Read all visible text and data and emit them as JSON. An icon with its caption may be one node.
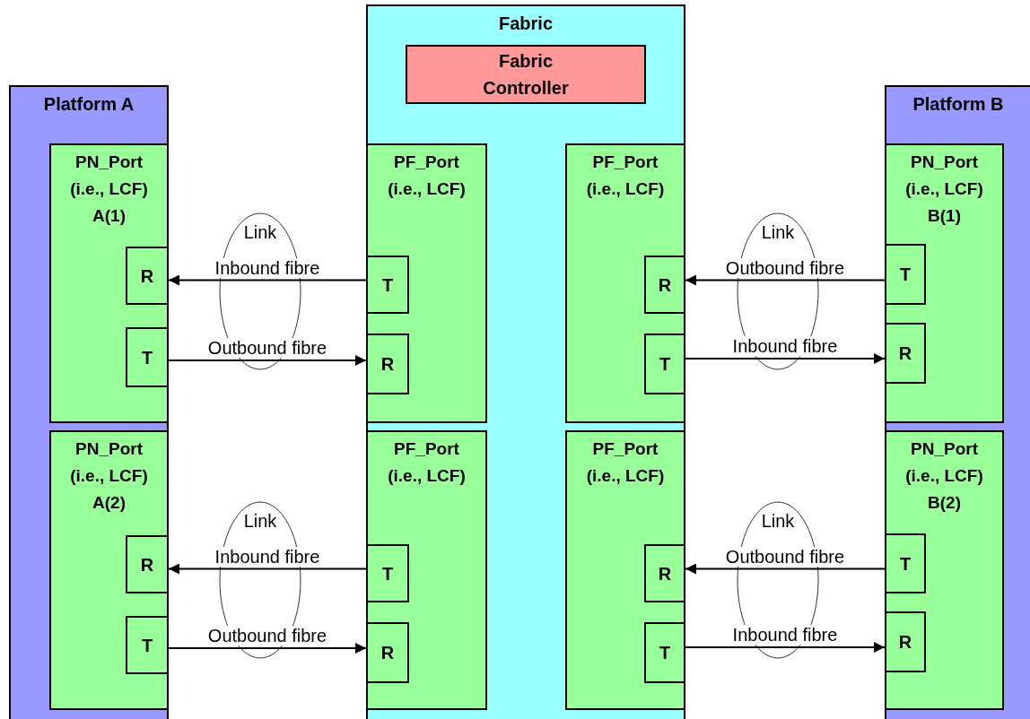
{
  "diagram": {
    "nodes": [
      {
        "text": [
          "Platform A"
        ]
      },
      {
        "text": [
          "Fabric"
        ]
      },
      {
        "text": [
          "Platform B"
        ]
      },
      {
        "text": [
          "Fabric Controller"
        ],
        "in": 1
      },
      {
        "text": [
          "PN_Port (i.e., LCF) A(1)"
        ],
        "in": 0
      },
      {
        "text": [
          "R"
        ],
        "in": 4
      },
      {
        "text": [
          "T"
        ],
        "in": 4
      },
      {
        "text": [
          "PF_Port (i.e., LCF)"
        ],
        "in": 1
      },
      {
        "text": [
          "T"
        ],
        "in": 7
      },
      {
        "text": [
          "R"
        ],
        "in": 7
      },
      {
        "text": [
          "PF_Port (i.e., LCF)"
        ],
        "in": 1
      },
      {
        "text": [
          "R"
        ],
        "in": 10
      },
      {
        "text": [
          "T"
        ],
        "in": 10
      },
      {
        "text": [
          "PN_Port (i.e., LCF) B(1)"
        ],
        "in": 2
      },
      {
        "text": [
          "T"
        ],
        "in": 13
      },
      {
        "text": [
          "R"
        ],
        "in": 13
      },
      {
        "text": [
          "PN_Port (i.e., LCF) A(2)"
        ],
        "in": 0
      },
      {
        "text": [
          "R"
        ],
        "in": 16
      },
      {
        "text": [
          "T"
        ],
        "in": 16
      },
      {
        "text": [
          "PF_Port (i.e., LCF)"
        ],
        "in": 1
      },
      {
        "text": [
          "T"
        ],
        "in": 19
      },
      {
        "text": [
          "R"
        ],
        "in": 19
      },
      {
        "text": [
          "PF_Port (i.e., LCF)"
        ],
        "in": 1
      },
      {
        "text": [
          "R"
        ],
        "in": 22
      },
      {
        "text": [
          "T"
        ],
        "in": 22
      },
      {
        "text": [
          "PN_Port (i.e., LCF) B(2)"
        ],
        "in": 2
      },
      {
        "text": [
          "T"
        ],
        "in": 25
      },
      {
        "text": [
          "R"
        ],
        "in": 25
      }
    ],
    "labels": [
      "Link",
      "Link",
      "Link",
      "Link"
    ],
    "edges": [
      {
        "from": 8,
        "to": 5,
        "arrow": "to",
        "label": "Inbound fibre"
      },
      {
        "from": 6,
        "to": 9,
        "arrow": "to",
        "label": "Outbound fibre"
      },
      {
        "from": 14,
        "to": 11,
        "arrow": "to",
        "label": "Outbound fibre"
      },
      {
        "from": 12,
        "to": 15,
        "arrow": "to",
        "label": "Inbound fibre"
      },
      {
        "from": 20,
        "to": 17,
        "arrow": "to",
        "label": "Inbound fibre"
      },
      {
        "from": 18,
        "to": 21,
        "arrow": "to",
        "label": "Outbound fibre"
      },
      {
        "from": 26,
        "to": 23,
        "arrow": "to",
        "label": "Outbound fibre"
      },
      {
        "from": 24,
        "to": 27,
        "arrow": "to",
        "label": "Inbound fibre"
      }
    ]
  }
}
